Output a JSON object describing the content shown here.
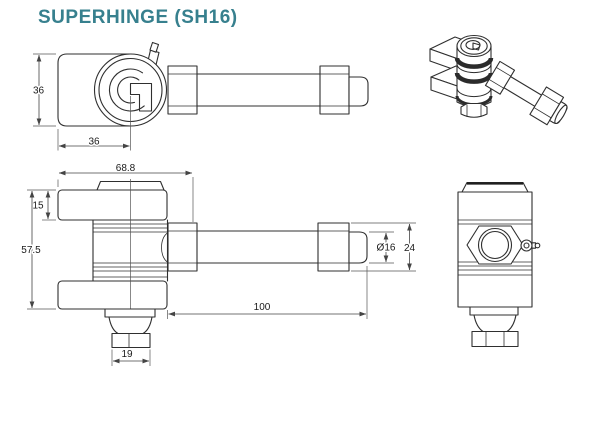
{
  "header": {
    "title": "SUPERHINGE (SH16)",
    "title_color": "#37808e"
  },
  "drawing": {
    "line_color": "#2f2f2f",
    "logo_letter": "G",
    "dimensions": {
      "leaf_width": "36",
      "pivot_offset": "36",
      "body_length": "68.8",
      "leaf_thickness": "15",
      "overall_height": "57.5",
      "rod_diameter": "Ø16",
      "nut_height": "24",
      "rod_length": "100",
      "bottom_nut_width": "19"
    }
  }
}
